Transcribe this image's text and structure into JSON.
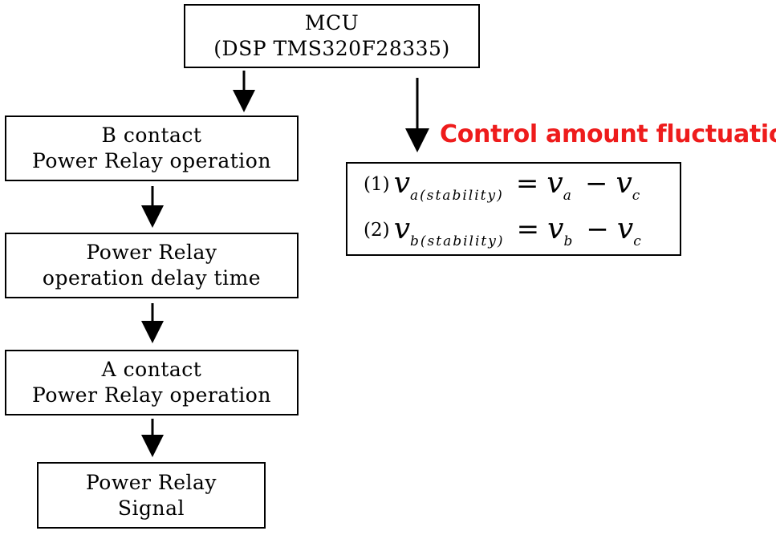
{
  "flowchart": {
    "mcu": {
      "line1": "MCU",
      "line2": "(DSP TMS320F28335)"
    },
    "b_contact": {
      "line1": "B contact",
      "line2": "Power Relay operation"
    },
    "delay": {
      "line1": "Power Relay",
      "line2": "operation delay time"
    },
    "a_contact": {
      "line1": "A contact",
      "line2": "Power Relay operation"
    },
    "signal": {
      "line1": "Power Relay",
      "line2": "Signal"
    }
  },
  "annotation": {
    "title": "Control amount fluctuation",
    "color": "#ee1c1c"
  },
  "equations": [
    {
      "number": "(1)",
      "var": "v",
      "sub": "a(stability)",
      "eq": "=",
      "rhs1": "v",
      "rhs1_sub": "a",
      "minus": "−",
      "rhs2": "v",
      "rhs2_sub": "c"
    },
    {
      "number": "(2)",
      "var": "v",
      "sub": "b(stability)",
      "eq": "=",
      "rhs1": "v",
      "rhs1_sub": "b",
      "minus": "−",
      "rhs2": "v",
      "rhs2_sub": "c"
    }
  ]
}
